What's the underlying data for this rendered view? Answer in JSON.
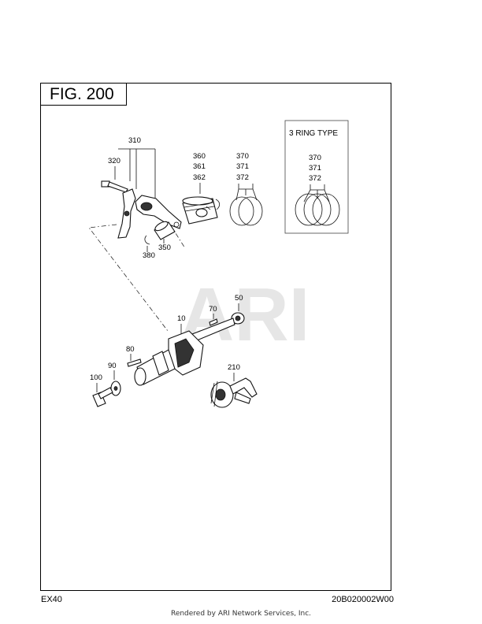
{
  "figure": {
    "title": "FIG. 200"
  },
  "inset": {
    "title": "3 RING TYPE",
    "labels": [
      "370",
      "371",
      "372"
    ]
  },
  "callouts": {
    "c310": "310",
    "c320": "320",
    "c360": "360",
    "c361": "361",
    "c362": "362",
    "c370": "370",
    "c371": "371",
    "c372": "372",
    "c380": "380",
    "c350": "350",
    "c70": "70",
    "c50": "50",
    "c10": "10",
    "c80": "80",
    "c90": "90",
    "c100": "100",
    "c210": "210"
  },
  "watermark": "ARI",
  "footer": {
    "model": "EX40",
    "code": "20B020002W00"
  },
  "credit": "Rendered by ARI Network Services, Inc."
}
